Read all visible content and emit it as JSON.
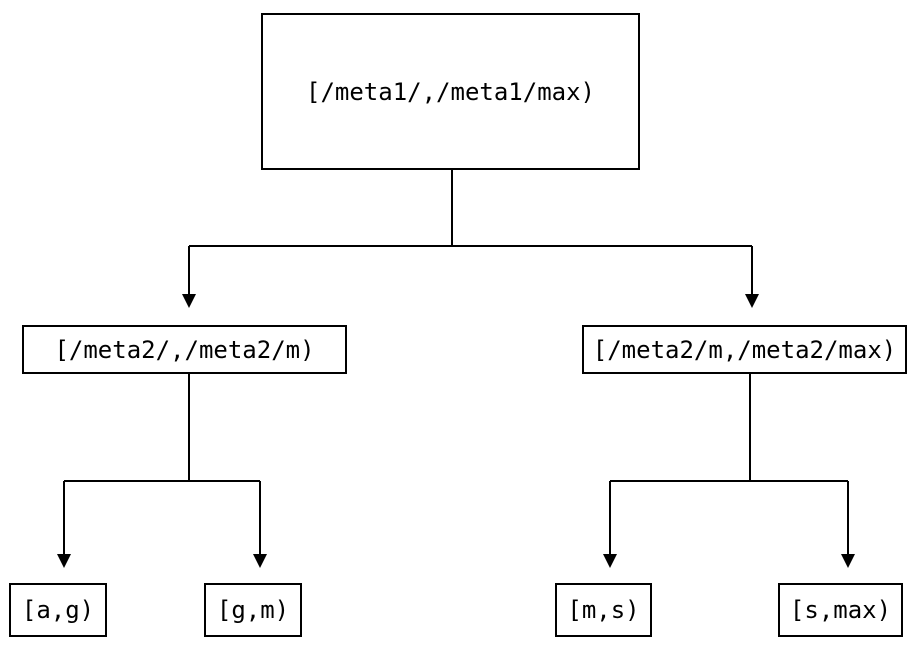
{
  "diagram": {
    "type": "tree",
    "nodes": {
      "root": {
        "label": "[/meta1/,/meta1/max)"
      },
      "left": {
        "label": "[/meta2/,/meta2/m)"
      },
      "right": {
        "label": "[/meta2/m,/meta2/max)"
      },
      "leaf_ag": {
        "label": "[a,g)"
      },
      "leaf_gm": {
        "label": "[g,m)"
      },
      "leaf_ms": {
        "label": "[m,s)"
      },
      "leaf_smax": {
        "label": "[s,max)"
      }
    },
    "edges": [
      {
        "from": "root",
        "to": "left"
      },
      {
        "from": "root",
        "to": "right"
      },
      {
        "from": "left",
        "to": "leaf_ag"
      },
      {
        "from": "left",
        "to": "leaf_gm"
      },
      {
        "from": "right",
        "to": "leaf_ms"
      },
      {
        "from": "right",
        "to": "leaf_smax"
      }
    ],
    "colors": {
      "line": "#000000",
      "background": "#ffffff",
      "box_fill": "#ffffff",
      "text": "#000000"
    }
  }
}
